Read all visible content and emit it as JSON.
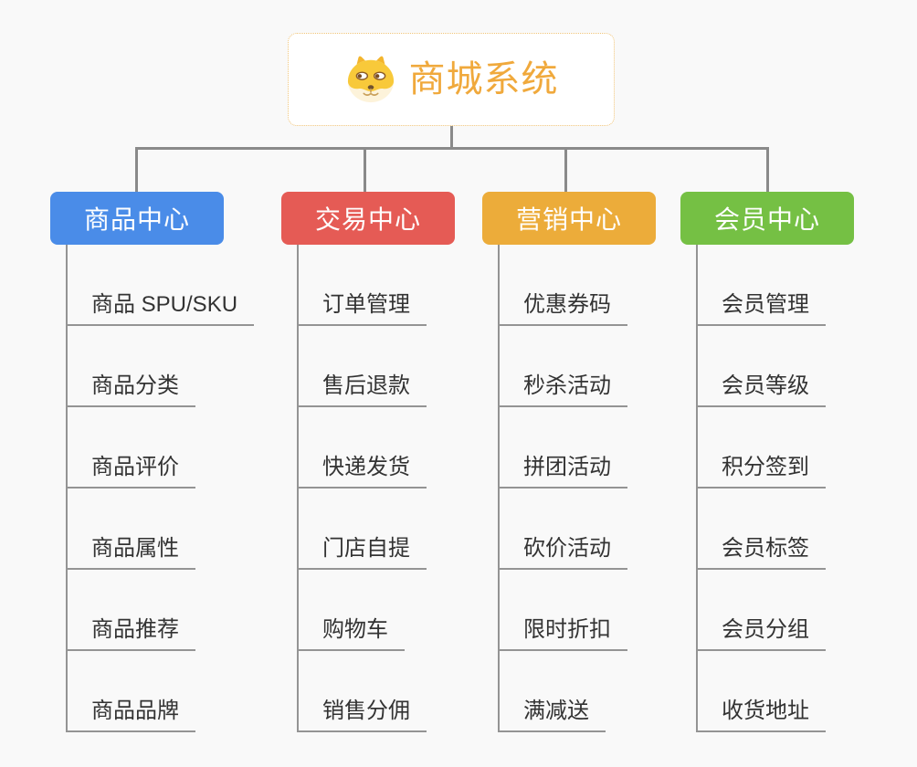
{
  "page": {
    "background_color": "#f9f9f9",
    "connector_color": "#8a8a8a",
    "line_color": "#949494",
    "item_text_color": "#333333"
  },
  "root": {
    "title": "商城系统",
    "icon": "doge-icon",
    "title_color": "#f0a93c",
    "border_color": "#f0c478"
  },
  "branches": [
    {
      "label": "商品中心",
      "color": "#4a8ce8",
      "children": [
        "商品 SPU/SKU",
        "商品分类",
        "商品评价",
        "商品属性",
        "商品推荐",
        "商品品牌"
      ]
    },
    {
      "label": "交易中心",
      "color": "#e55b55",
      "children": [
        "订单管理",
        "售后退款",
        "快递发货",
        "门店自提",
        "购物车",
        "销售分佣"
      ]
    },
    {
      "label": "营销中心",
      "color": "#ecac3a",
      "children": [
        "优惠券码",
        "秒杀活动",
        "拼团活动",
        "砍价活动",
        "限时折扣",
        "满减送"
      ]
    },
    {
      "label": "会员中心",
      "color": "#75c044",
      "children": [
        "会员管理",
        "会员等级",
        "积分签到",
        "会员标签",
        "会员分组",
        "收货地址"
      ]
    }
  ]
}
